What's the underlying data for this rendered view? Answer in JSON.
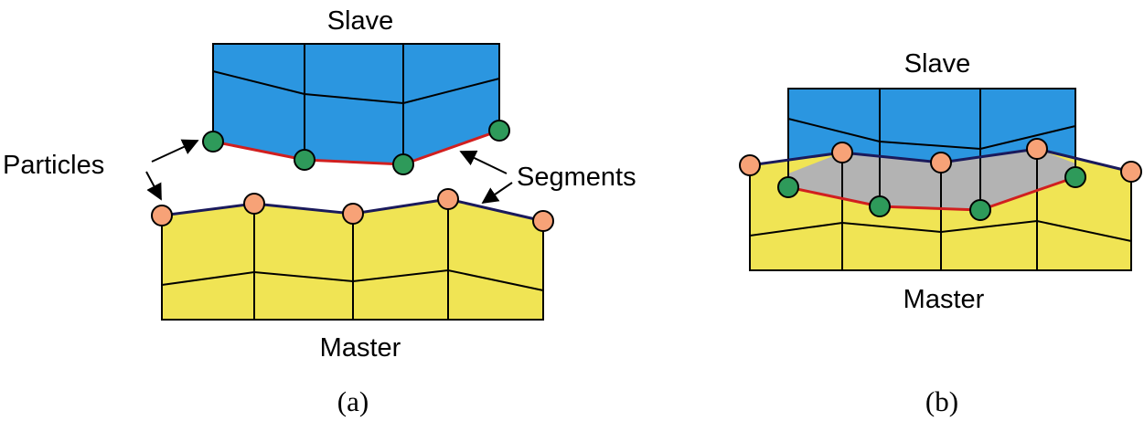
{
  "panel_a": {
    "slave_label": "Slave",
    "master_label": "Master",
    "particles_label": "Particles",
    "segments_label": "Segments",
    "caption": "(a)"
  },
  "panel_b": {
    "slave_label": "Slave",
    "master_label": "Master",
    "caption": "(b)"
  },
  "colors": {
    "slave_fill": "#2b96e0",
    "master_fill": "#f0e454",
    "overlap_fill": "#b3b3b3",
    "slave_particle": "#2e9a5a",
    "master_particle": "#f7a277",
    "slave_segment": "#d11f1f",
    "master_segment": "#1a1a5c"
  }
}
